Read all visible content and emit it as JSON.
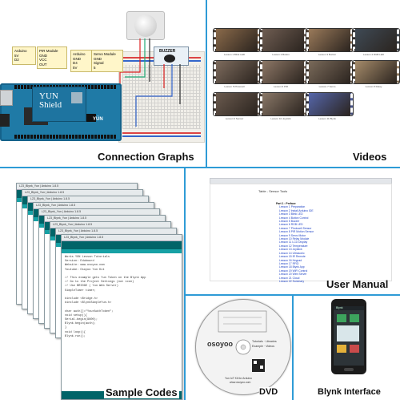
{
  "captions": {
    "connection": "Connection Graphs",
    "videos": "Videos",
    "manual": "User Manual",
    "sample": "Sample Codes",
    "dvd": "DVD",
    "blynk": "Blynk Interface"
  },
  "connection": {
    "label1": [
      "Arduino",
      "5V",
      "D2"
    ],
    "label2": [
      "PIR Module",
      "GND",
      "VCC",
      "OUT"
    ],
    "label3": [
      "Arduino",
      "GND",
      "D4",
      "5V"
    ],
    "label4": [
      "Servo Module",
      "GND",
      "Signal",
      "5"
    ],
    "buzzer": "BUZZER",
    "board_name": "YUN Shield",
    "board_sub": "YÚN"
  },
  "videos": {
    "thumbs": [
      {
        "color": "#8a6a4a",
        "cap": "Lesson 1 Blink LED"
      },
      {
        "color": "#6f5d52",
        "cap": "Lesson 2 Button"
      },
      {
        "color": "#9a7a5a",
        "cap": "Lesson 3 Buzzer"
      },
      {
        "color": "#3f4a55",
        "cap": "Lesson 4 RGB LED"
      },
      {
        "color": "#7d6b5d",
        "cap": "Lesson 5 Photocell"
      },
      {
        "color": "#8d7766",
        "cap": "Lesson 6 PIR"
      },
      {
        "color": "#7a6a5a",
        "cap": "Lesson 7 Servo"
      },
      {
        "color": "#a58b6a",
        "cap": "Lesson 8 Relay"
      },
      {
        "color": "#6a5a4e",
        "cap": "Lesson 9 Sensor"
      },
      {
        "color": "#8a7868",
        "cap": "Lesson 10 Joystick"
      },
      {
        "color": "#5566aa",
        "cap": "Lesson 11 Blynk"
      }
    ]
  },
  "manual": {
    "header": "Table - Sensor Tools",
    "toc": [
      "Part 1 : Preface",
      "Lesson 1 Preparation",
      "Lesson 2 Install Arduino IDE",
      "Lesson 3 Blink LED",
      "Lesson 4 Button Control",
      "Lesson 5 Buzzer",
      "Lesson 6 RGB LED",
      "Lesson 7 Photocell Sensor",
      "Lesson 8 PIR Motion Sensor",
      "Lesson 9 Servo Motor",
      "Lesson 10 Relay Module",
      "Lesson 11 LCD Display",
      "Lesson 12 Temperature",
      "Lesson 13 Joystick",
      "Lesson 14 Ultrasonic",
      "Lesson 15 IR Remote",
      "Lesson 16 Keypad",
      "Lesson 17 RFID",
      "Lesson 18 Blynk App",
      "Lesson 19 WiFi Control",
      "Lesson 20 Web Server",
      "Lesson 21 Cloud",
      "Lesson 22 Summary"
    ]
  },
  "sample": {
    "window_title": "L23_Blynk_Yun | Arduino 1.8.5",
    "code": [
      "Works YUN Lesson Tutorials",
      "Version: Eduboard",
      "Website: www.osoyoo.com",
      "Youtube: Osoyoo Yun Kit",
      "",
      "// This example gets Yun Token on the Blynk App",
      "// Go to the Project Settings (nut icon)",
      "// Use BRIDGE ( Yun Web Server)",
      "SimpleTimer timer;",
      "",
      "#include <Bridge.h>",
      "#include <BlynkSimpleYun.h>",
      "",
      "char auth[]=\"YourAuthToken\";",
      "void setup(){",
      "  Serial.begin(9600);",
      "  Blynk.begin(auth);",
      "}",
      "void loop(){",
      "  Blynk.run();"
    ]
  },
  "dvd": {
    "brand": "osoyoo",
    "lines": [
      "Tutorials · Libraries",
      "Example · Videos"
    ],
    "bottom": [
      "Yun IoT Kit for Arduino",
      "www.osoyoo.com"
    ]
  },
  "blynk": {
    "app": "Blynk"
  }
}
